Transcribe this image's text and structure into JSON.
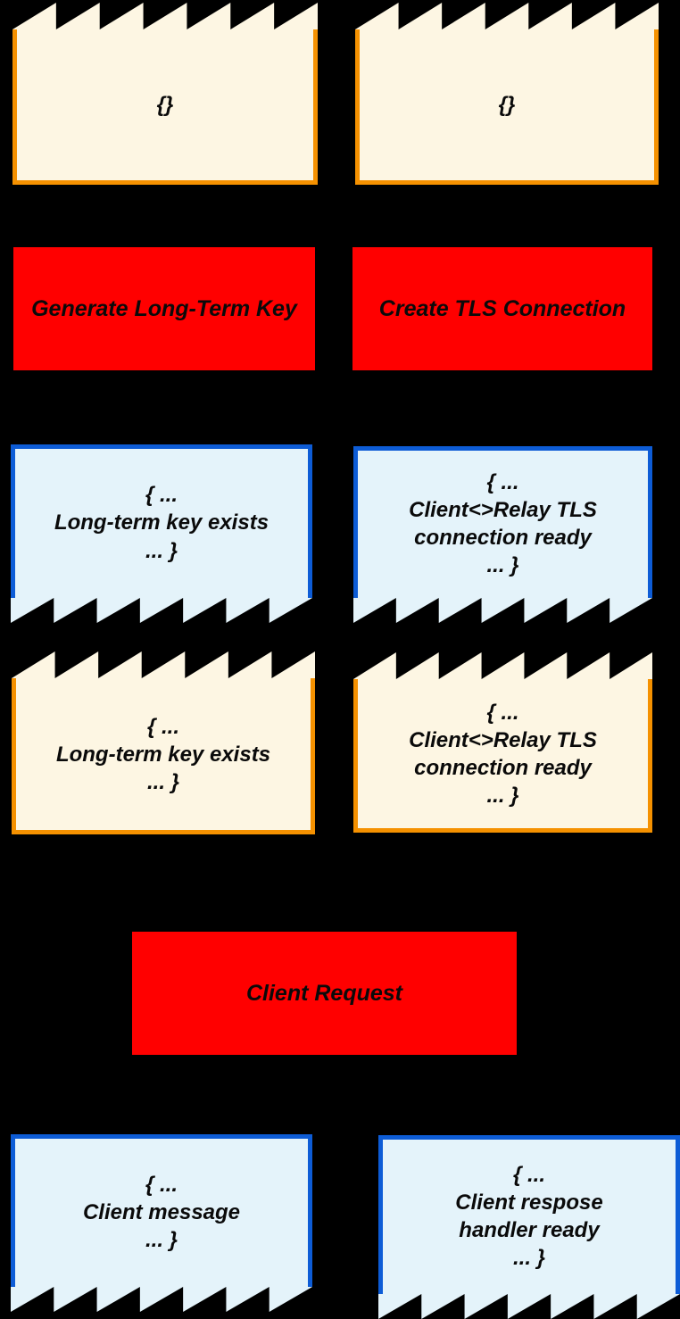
{
  "colors": {
    "background": "#000000",
    "paper_fill": "#FDF6E3",
    "paper_border": "#F59100",
    "state_fill": "#E4F3FA",
    "state_border": "#0D5CD6",
    "event_fill": "#FF0000",
    "text": "#0A0A0A"
  },
  "nodes": {
    "prev_state_left": {
      "text": "{}"
    },
    "prev_state_right": {
      "text": "{}"
    },
    "event_generate_key": {
      "label": "Generate Long-Term Key"
    },
    "event_create_tls": {
      "label": "Create TLS Connection"
    },
    "state_longterm_key": {
      "text": "{ ...\nLong-term key exists\n... }"
    },
    "state_tls_ready": {
      "text": "{ ...\nClient<>Relay TLS\nconnection ready\n... }"
    },
    "paper_longterm_key": {
      "text": "{ ...\nLong-term key exists\n... }"
    },
    "paper_tls_ready": {
      "text": "{ ...\nClient<>Relay TLS\nconnection ready\n... }"
    },
    "event_client_request": {
      "label": "Client Request"
    },
    "state_client_message": {
      "text": "{ ...\nClient message\n... }"
    },
    "state_client_response_handler": {
      "text": "{ ...\nClient respose\nhandler ready\n... }"
    }
  }
}
